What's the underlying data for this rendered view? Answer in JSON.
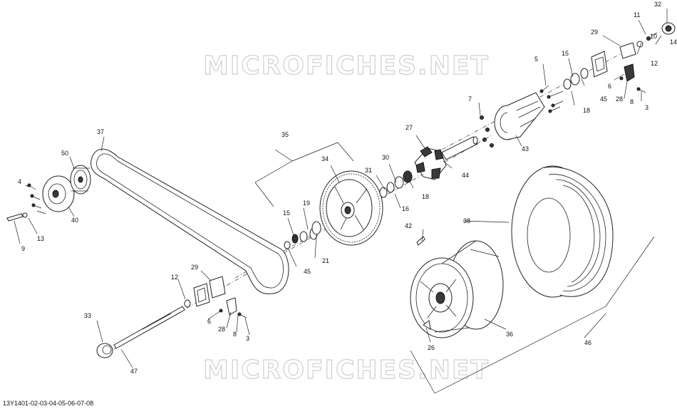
{
  "watermarks": {
    "top": "MICROFICHES.NET",
    "bottom": "MICROFICHES.NET"
  },
  "document_id": "13Y1401-02-03-04-05-06-07-08",
  "callouts": {
    "c32": "32",
    "c11": "11",
    "c14": "14",
    "c29a": "29",
    "c10": "10",
    "c12a": "12",
    "c5": "5",
    "c15a": "15",
    "c6a": "6",
    "c28a": "28",
    "c8a": "8",
    "c45a": "45",
    "c18a": "18",
    "c3a": "3",
    "c7": "7",
    "c43": "43",
    "c27": "27",
    "c44": "44",
    "c30": "30",
    "c31": "31",
    "c18b": "18",
    "c16": "16",
    "c34": "34",
    "c35": "35",
    "c37": "37",
    "c50": "50",
    "c4": "4",
    "c40": "40",
    "c13": "13",
    "c9": "9",
    "c19": "19",
    "c15b": "15",
    "c21": "21",
    "c45b": "45",
    "c42": "42",
    "c38": "38",
    "c12b": "12",
    "c29b": "29",
    "c6b": "6",
    "c28b": "28",
    "c8b": "8",
    "c3b": "3",
    "c33": "33",
    "c47": "47",
    "c36": "36",
    "c26": "26",
    "c46": "46"
  }
}
